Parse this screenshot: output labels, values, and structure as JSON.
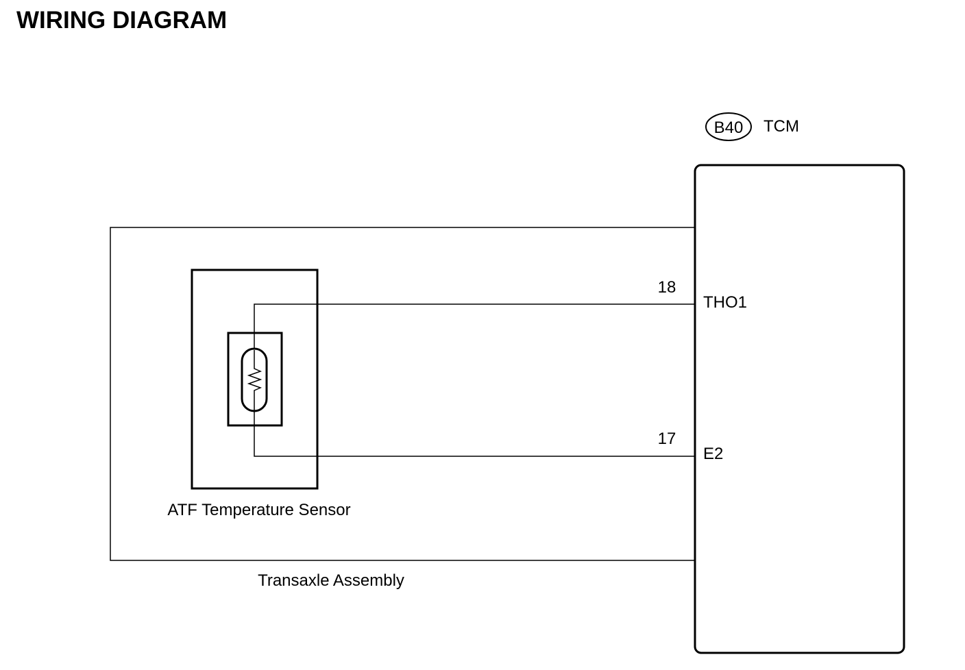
{
  "title": "WIRING DIAGRAM",
  "tcm": {
    "connector": "B40",
    "name": "TCM"
  },
  "terminals": [
    {
      "pin": "18",
      "name": "THO1"
    },
    {
      "pin": "17",
      "name": "E2"
    }
  ],
  "sensor": {
    "label": "ATF Temperature Sensor"
  },
  "assembly": {
    "label": "Transaxle Assembly"
  }
}
